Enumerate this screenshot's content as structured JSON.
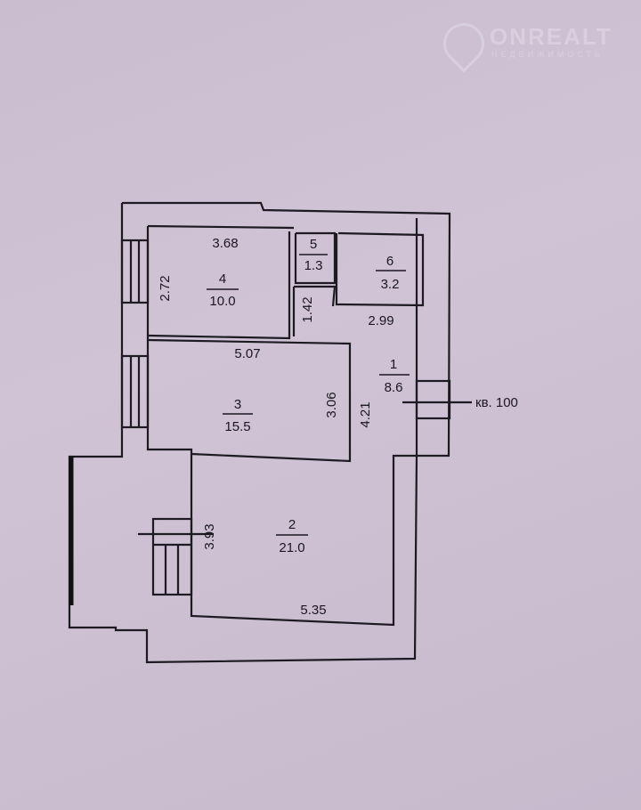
{
  "watermark": {
    "brand": "ONREALT",
    "subtitle": "НЕДВИЖИМОСТЬ"
  },
  "apartment_label": "кв. 100",
  "rooms": [
    {
      "number": "1",
      "area": "8.6"
    },
    {
      "number": "2",
      "area": "21.0"
    },
    {
      "number": "3",
      "area": "15.5"
    },
    {
      "number": "4",
      "area": "10.0"
    },
    {
      "number": "5",
      "area": "1.3"
    },
    {
      "number": "6",
      "area": "3.2"
    }
  ],
  "dimensions": {
    "room4_width": "3.68",
    "room4_height": "2.72",
    "room3_width": "5.07",
    "room3_height": "3.06",
    "corridor_small": "1.42",
    "corridor_width": "2.99",
    "corridor_height": "4.21",
    "room2_width": "5.35",
    "room2_height": "3.93"
  }
}
